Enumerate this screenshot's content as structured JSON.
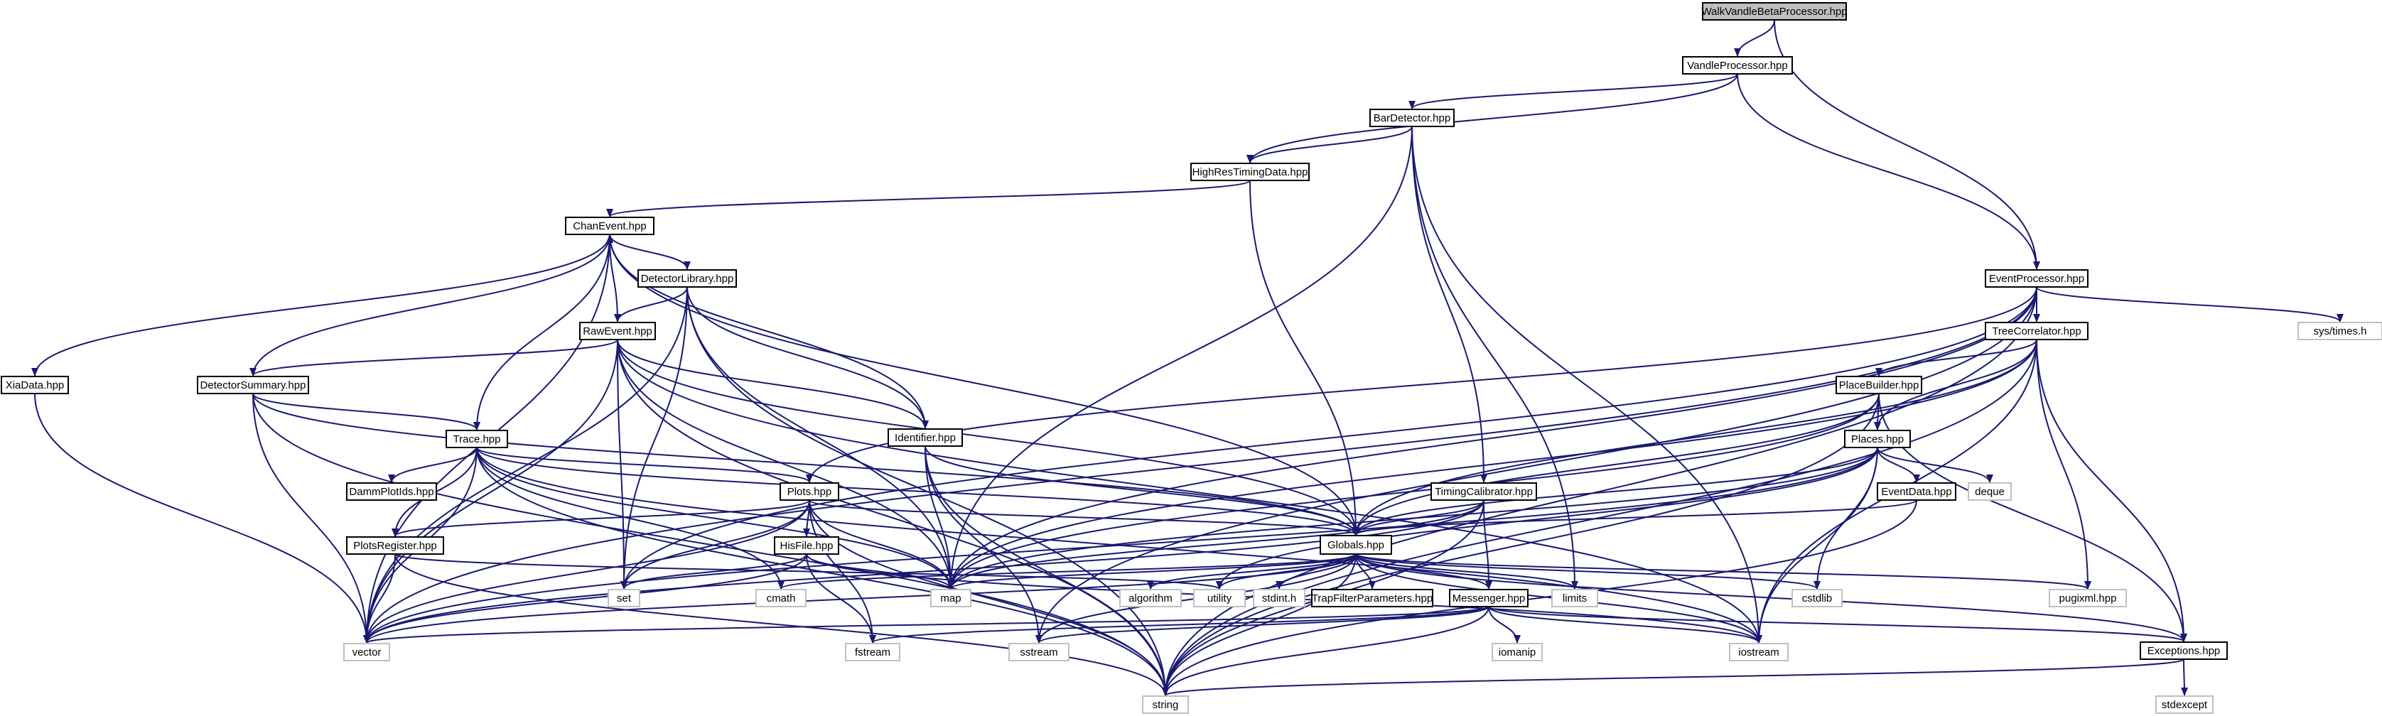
{
  "graph": {
    "colors": {
      "edge": "#191970",
      "node_border": "#000000",
      "system_header_border": "#bfbfbf",
      "root_fill": "#bfbfbf",
      "background": "#ffffff"
    },
    "nodes": [
      {
        "id": "walkvandlebetaprocessor",
        "label": "WalkVandleBetaProcessor.hpp",
        "kind": "root"
      },
      {
        "id": "vandleprocessor",
        "label": "VandleProcessor.hpp",
        "kind": "project"
      },
      {
        "id": "bardetector",
        "label": "BarDetector.hpp",
        "kind": "project"
      },
      {
        "id": "highrestimingdata",
        "label": "HighResTimingData.hpp",
        "kind": "project"
      },
      {
        "id": "chanevent",
        "label": "ChanEvent.hpp",
        "kind": "project"
      },
      {
        "id": "detectorlibrary",
        "label": "DetectorLibrary.hpp",
        "kind": "project"
      },
      {
        "id": "rawevent",
        "label": "RawEvent.hpp",
        "kind": "project"
      },
      {
        "id": "xiadata",
        "label": "XiaData.hpp",
        "kind": "project"
      },
      {
        "id": "detectorsummary",
        "label": "DetectorSummary.hpp",
        "kind": "project"
      },
      {
        "id": "trace",
        "label": "Trace.hpp",
        "kind": "project"
      },
      {
        "id": "identifier",
        "label": "Identifier.hpp",
        "kind": "project"
      },
      {
        "id": "dammplotids",
        "label": "DammPlotIds.hpp",
        "kind": "project"
      },
      {
        "id": "plots",
        "label": "Plots.hpp",
        "kind": "project"
      },
      {
        "id": "plotsregister",
        "label": "PlotsRegister.hpp",
        "kind": "project"
      },
      {
        "id": "hisfile",
        "label": "HisFile.hpp",
        "kind": "project"
      },
      {
        "id": "timingcalibrator",
        "label": "TimingCalibrator.hpp",
        "kind": "project"
      },
      {
        "id": "globals",
        "label": "Globals.hpp",
        "kind": "project"
      },
      {
        "id": "eventprocessor",
        "label": "EventProcessor.hpp",
        "kind": "project"
      },
      {
        "id": "treecorrelator",
        "label": "TreeCorrelator.hpp",
        "kind": "project"
      },
      {
        "id": "placebuilder",
        "label": "PlaceBuilder.hpp",
        "kind": "project"
      },
      {
        "id": "places",
        "label": "Places.hpp",
        "kind": "project"
      },
      {
        "id": "eventdata",
        "label": "EventData.hpp",
        "kind": "project"
      },
      {
        "id": "messenger",
        "label": "Messenger.hpp",
        "kind": "project"
      },
      {
        "id": "trapfilterparameters",
        "label": "TrapFilterParameters.hpp",
        "kind": "project"
      },
      {
        "id": "exceptions",
        "label": "Exceptions.hpp",
        "kind": "project"
      },
      {
        "id": "systimes",
        "label": "sys/times.h",
        "kind": "std"
      },
      {
        "id": "deque",
        "label": "deque",
        "kind": "std"
      },
      {
        "id": "set",
        "label": "set",
        "kind": "std"
      },
      {
        "id": "vector",
        "label": "vector",
        "kind": "std"
      },
      {
        "id": "cmath",
        "label": "cmath",
        "kind": "std"
      },
      {
        "id": "map",
        "label": "map",
        "kind": "std"
      },
      {
        "id": "algorithm",
        "label": "algorithm",
        "kind": "std"
      },
      {
        "id": "utility",
        "label": "utility",
        "kind": "std"
      },
      {
        "id": "stdint",
        "label": "stdint.h",
        "kind": "std"
      },
      {
        "id": "limits",
        "label": "limits",
        "kind": "std"
      },
      {
        "id": "cstdlib",
        "label": "cstdlib",
        "kind": "std"
      },
      {
        "id": "pugixml",
        "label": "pugixml.hpp",
        "kind": "std"
      },
      {
        "id": "fstream",
        "label": "fstream",
        "kind": "std"
      },
      {
        "id": "sstream",
        "label": "sstream",
        "kind": "std"
      },
      {
        "id": "iomanip",
        "label": "iomanip",
        "kind": "std"
      },
      {
        "id": "iostream",
        "label": "iostream",
        "kind": "std"
      },
      {
        "id": "string",
        "label": "string",
        "kind": "std"
      },
      {
        "id": "stdexcept",
        "label": "stdexcept",
        "kind": "std"
      }
    ],
    "edges": [
      [
        "walkvandlebetaprocessor",
        "vandleprocessor"
      ],
      [
        "walkvandlebetaprocessor",
        "eventprocessor"
      ],
      [
        "vandleprocessor",
        "bardetector"
      ],
      [
        "vandleprocessor",
        "highrestimingdata"
      ],
      [
        "vandleprocessor",
        "eventprocessor"
      ],
      [
        "bardetector",
        "highrestimingdata"
      ],
      [
        "bardetector",
        "map"
      ],
      [
        "bardetector",
        "timingcalibrator"
      ],
      [
        "bardetector",
        "limits"
      ],
      [
        "bardetector",
        "iostream"
      ],
      [
        "highrestimingdata",
        "chanevent"
      ],
      [
        "highrestimingdata",
        "globals"
      ],
      [
        "chanevent",
        "detectorlibrary"
      ],
      [
        "chanevent",
        "xiadata"
      ],
      [
        "chanevent",
        "trace"
      ],
      [
        "chanevent",
        "identifier"
      ],
      [
        "chanevent",
        "vector"
      ],
      [
        "chanevent",
        "globals"
      ],
      [
        "detectorlibrary",
        "rawevent"
      ],
      [
        "detectorlibrary",
        "identifier"
      ],
      [
        "detectorlibrary",
        "set"
      ],
      [
        "detectorlibrary",
        "map"
      ],
      [
        "detectorlibrary",
        "vector"
      ],
      [
        "detectorlibrary",
        "string"
      ],
      [
        "rawevent",
        "chanevent"
      ],
      [
        "rawevent",
        "detectorsummary"
      ],
      [
        "rawevent",
        "identifier"
      ],
      [
        "rawevent",
        "globals"
      ],
      [
        "rawevent",
        "set"
      ],
      [
        "rawevent",
        "map"
      ],
      [
        "rawevent",
        "vector"
      ],
      [
        "rawevent",
        "string"
      ],
      [
        "rawevent",
        "iostream"
      ],
      [
        "xiadata",
        "vector"
      ],
      [
        "detectorsummary",
        "chanevent"
      ],
      [
        "detectorsummary",
        "trace"
      ],
      [
        "detectorsummary",
        "globals"
      ],
      [
        "detectorsummary",
        "vector"
      ],
      [
        "detectorsummary",
        "string"
      ],
      [
        "trace",
        "dammplotids"
      ],
      [
        "trace",
        "plots"
      ],
      [
        "trace",
        "plotsregister"
      ],
      [
        "trace",
        "globals"
      ],
      [
        "trace",
        "map"
      ],
      [
        "trace",
        "vector"
      ],
      [
        "trace",
        "cmath"
      ],
      [
        "trace",
        "string"
      ],
      [
        "trace",
        "iostream"
      ],
      [
        "identifier",
        "globals"
      ],
      [
        "identifier",
        "map"
      ],
      [
        "identifier",
        "sstream"
      ],
      [
        "identifier",
        "string"
      ],
      [
        "plots",
        "hisfile"
      ],
      [
        "plots",
        "plotsregister"
      ],
      [
        "plots",
        "globals"
      ],
      [
        "plots",
        "set"
      ],
      [
        "plots",
        "map"
      ],
      [
        "plots",
        "vector"
      ],
      [
        "plots",
        "fstream"
      ],
      [
        "plots",
        "string"
      ],
      [
        "plotsregister",
        "vector"
      ],
      [
        "plotsregister",
        "utility"
      ],
      [
        "plotsregister",
        "string"
      ],
      [
        "hisfile",
        "vector"
      ],
      [
        "hisfile",
        "map"
      ],
      [
        "hisfile",
        "fstream"
      ],
      [
        "hisfile",
        "set"
      ],
      [
        "hisfile",
        "iostream"
      ],
      [
        "timingcalibrator",
        "globals"
      ],
      [
        "timingcalibrator",
        "messenger"
      ],
      [
        "timingcalibrator",
        "map"
      ],
      [
        "timingcalibrator",
        "vector"
      ],
      [
        "timingcalibrator",
        "string"
      ],
      [
        "globals",
        "messenger"
      ],
      [
        "globals",
        "trapfilterparameters"
      ],
      [
        "globals",
        "exceptions"
      ],
      [
        "globals",
        "pugixml"
      ],
      [
        "globals",
        "cstdlib"
      ],
      [
        "globals",
        "limits"
      ],
      [
        "globals",
        "stdint"
      ],
      [
        "globals",
        "utility"
      ],
      [
        "globals",
        "algorithm"
      ],
      [
        "globals",
        "map"
      ],
      [
        "globals",
        "cmath"
      ],
      [
        "globals",
        "vector"
      ],
      [
        "globals",
        "sstream"
      ],
      [
        "globals",
        "string"
      ],
      [
        "globals",
        "iostream"
      ],
      [
        "messenger",
        "exceptions"
      ],
      [
        "messenger",
        "vector"
      ],
      [
        "messenger",
        "fstream"
      ],
      [
        "messenger",
        "sstream"
      ],
      [
        "messenger",
        "iomanip"
      ],
      [
        "messenger",
        "iostream"
      ],
      [
        "messenger",
        "string"
      ],
      [
        "exceptions",
        "stdexcept"
      ],
      [
        "exceptions",
        "string"
      ],
      [
        "eventprocessor",
        "treecorrelator"
      ],
      [
        "eventprocessor",
        "plots"
      ],
      [
        "eventprocessor",
        "systimes"
      ],
      [
        "eventprocessor",
        "set"
      ],
      [
        "eventprocessor",
        "map"
      ],
      [
        "eventprocessor",
        "sstream"
      ],
      [
        "eventprocessor",
        "vector"
      ],
      [
        "eventprocessor",
        "string"
      ],
      [
        "treecorrelator",
        "placebuilder"
      ],
      [
        "treecorrelator",
        "places"
      ],
      [
        "treecorrelator",
        "globals"
      ],
      [
        "treecorrelator",
        "exceptions"
      ],
      [
        "treecorrelator",
        "pugixml"
      ],
      [
        "treecorrelator",
        "map"
      ],
      [
        "treecorrelator",
        "iostream"
      ],
      [
        "treecorrelator",
        "string"
      ],
      [
        "placebuilder",
        "places"
      ],
      [
        "placebuilder",
        "globals"
      ],
      [
        "placebuilder",
        "exceptions"
      ],
      [
        "placebuilder",
        "map"
      ],
      [
        "placebuilder",
        "string"
      ],
      [
        "places",
        "eventdata"
      ],
      [
        "places",
        "deque"
      ],
      [
        "places",
        "globals"
      ],
      [
        "places",
        "cstdlib"
      ],
      [
        "places",
        "map"
      ],
      [
        "places",
        "vector"
      ],
      [
        "places",
        "iostream"
      ],
      [
        "places",
        "utility"
      ],
      [
        "eventdata",
        "globals"
      ],
      [
        "eventdata",
        "string"
      ]
    ]
  }
}
